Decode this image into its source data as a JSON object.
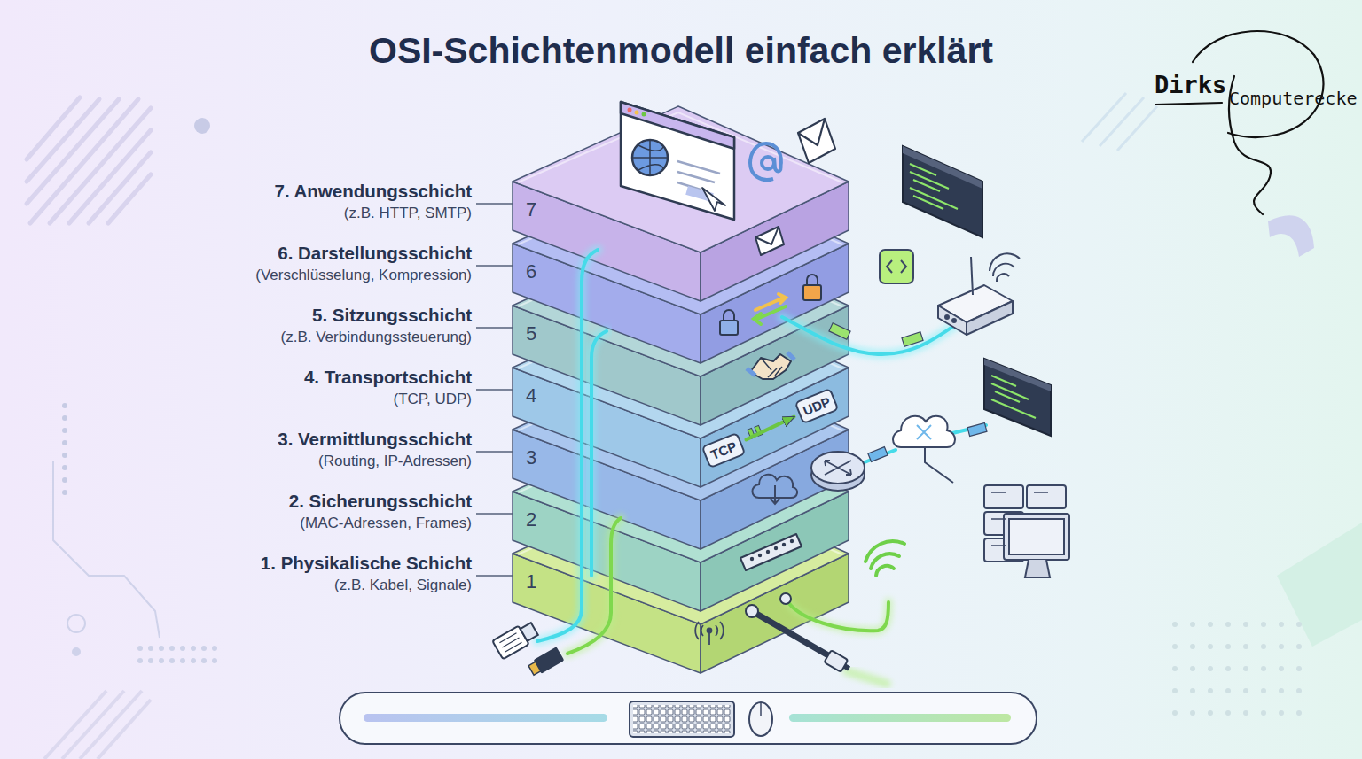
{
  "diagram": {
    "title": "OSI-Schichtenmodell einfach erklärt",
    "nodes": [
      {
        "text": [
          "7. Anwendungsschicht",
          "(z.B. HTTP, SMTP)",
          "7"
        ]
      },
      {
        "text": [
          "6. Darstellungsschicht",
          "(Verschlüsselung, Kompression)",
          "6"
        ]
      },
      {
        "text": [
          "5. Sitzungsschicht",
          "(z.B. Verbindungssteuerung)",
          "5"
        ]
      },
      {
        "text": [
          "4. Transportschicht",
          "(TCP, UDP)",
          "4"
        ]
      },
      {
        "text": [
          "TCP"
        ],
        "in": 3
      },
      {
        "text": [
          "UDP"
        ],
        "in": 3
      },
      {
        "text": [
          "3. Vermittlungsschicht",
          "(Routing, IP-Adressen)",
          "3"
        ]
      },
      {
        "text": [
          "2. Sicherungsschicht",
          "(MAC-Adressen, Frames)",
          "2"
        ]
      },
      {
        "text": [
          "1. Physikalische Schicht",
          "(z.B. Kabel, Signale)",
          "1"
        ]
      }
    ],
    "edges": [
      {
        "from": 4,
        "to": 5,
        "arrow": "to"
      }
    ],
    "labels": [
      "Dirks",
      "Computerecke"
    ]
  }
}
